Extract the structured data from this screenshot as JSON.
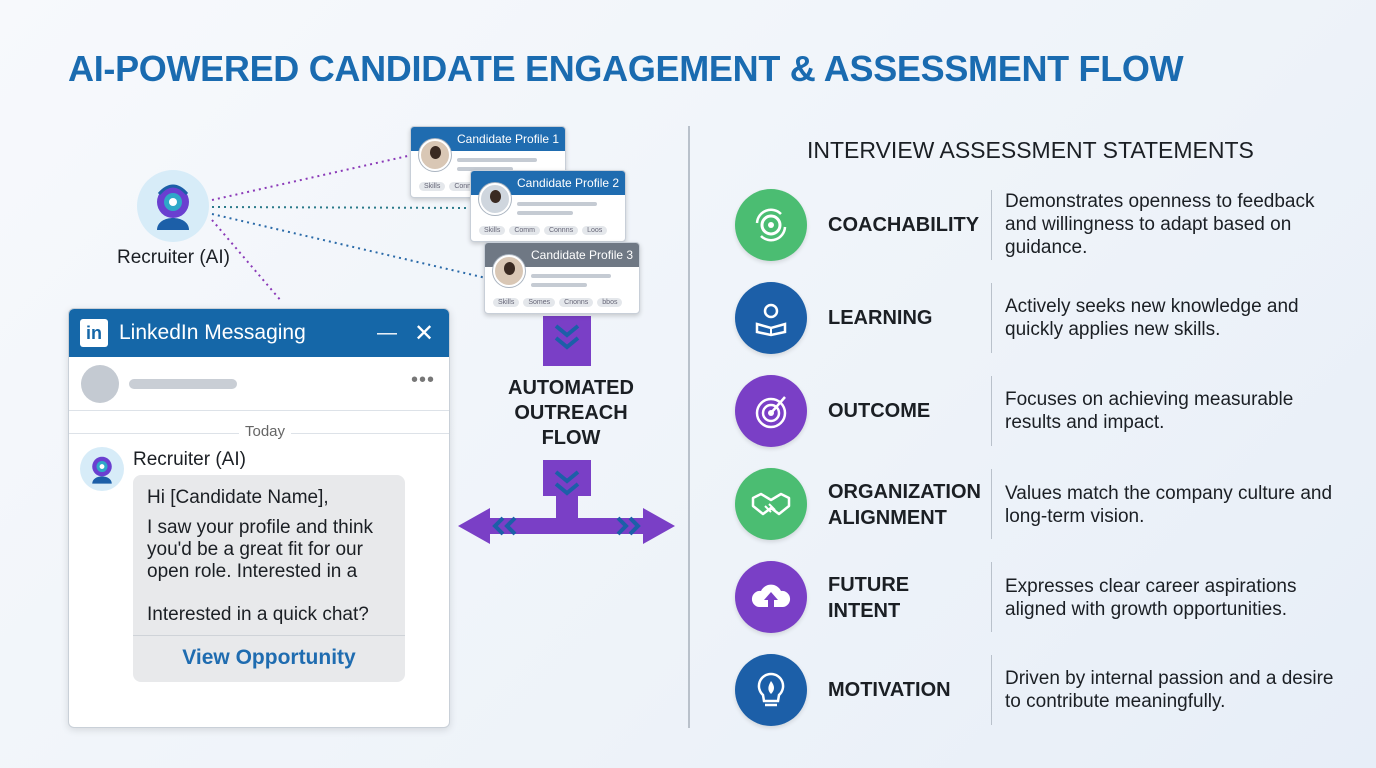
{
  "title": "AI-POWERED CANDIDATE ENGAGEMENT & ASSESSMENT FLOW",
  "recruiter": {
    "label": "Recruiter (AI)"
  },
  "profiles": [
    {
      "title": "Candidate Profile 1",
      "chips": [
        "Skills",
        "Conn"
      ],
      "color": "#1f6cb0"
    },
    {
      "title": "Candidate Profile 2",
      "chips": [
        "Skills",
        "Comm",
        "Connns",
        "Loos"
      ],
      "color": "#1f6cb0"
    },
    {
      "title": "Candidate Profile 3",
      "chips": [
        "Skills",
        "Somes",
        "Cnonns",
        "bbos"
      ],
      "color": "#6f7884"
    }
  ],
  "linkedin": {
    "logo": "in",
    "title": "LinkedIn Messaging",
    "minimize": "—",
    "close": "✕",
    "more": "•••",
    "date_divider": "Today",
    "sender": "Recruiter (AI)",
    "greeting": "Hi [Candidate Name],",
    "body": "I saw your profile and think you'd be a great fit for our open role. Interested in a",
    "question": "Interested in a quick chat?",
    "cta": "View Opportunity"
  },
  "flow": {
    "label_lines": [
      "AUTOMATED",
      "OUTREACH",
      "FLOW"
    ],
    "color": "#7a3fc6"
  },
  "assessment": {
    "title": "INTERVIEW ASSESSMENT STATEMENTS",
    "items": [
      {
        "name_lines": [
          "COACHABILITY"
        ],
        "description": "Demonstrates openness to feedback and willingness to adapt based on guidance.",
        "icon": "gear-cycle-icon",
        "color": "#4bbd72"
      },
      {
        "name_lines": [
          "LEARNING"
        ],
        "description": "Actively seeks new knowledge and quickly applies new skills.",
        "icon": "book-lightbulb-icon",
        "color": "#1c5fa8"
      },
      {
        "name_lines": [
          "OUTCOME"
        ],
        "description": "Focuses on achieving measurable results and impact.",
        "icon": "target-icon",
        "color": "#7a3fc6"
      },
      {
        "name_lines": [
          "ORGANIZATION",
          "ALIGNMENT"
        ],
        "description": "Values match the company culture and long-term vision.",
        "icon": "handshake-icon",
        "color": "#4bbd72"
      },
      {
        "name_lines": [
          "FUTURE",
          "INTENT"
        ],
        "description": "Expresses clear career aspirations aligned with growth opportunities.",
        "icon": "cloud-upload-icon",
        "color": "#7a3fc6"
      },
      {
        "name_lines": [
          "MOTIVATION"
        ],
        "description": "Driven by internal passion and a desire to contribute meaningfully.",
        "icon": "lightbulb-flame-icon",
        "color": "#1c5fa8"
      }
    ]
  }
}
